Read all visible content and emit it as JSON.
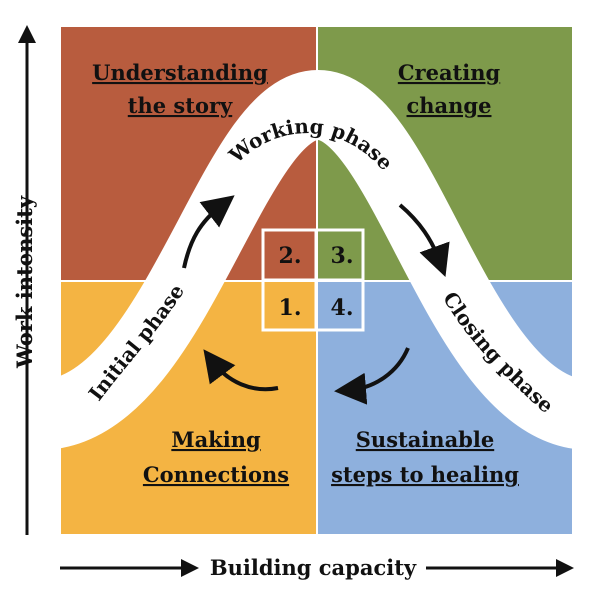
{
  "colors": {
    "top_left": "#b85c3e",
    "top_right": "#7e9a4b",
    "bottom_left": "#f4b443",
    "bottom_right": "#8eb0dd",
    "band": "#ffffff",
    "text": "#111111"
  },
  "quadrants": {
    "top_left": {
      "line1": "Understanding",
      "line2": "the story"
    },
    "top_right": {
      "line1": "Creating",
      "line2": "change"
    },
    "bottom_left": {
      "line1": "Making",
      "line2": "Connections"
    },
    "bottom_right": {
      "line1": "Sustainable",
      "line2": "steps to healing"
    }
  },
  "phases": {
    "initial": "Initial phase",
    "working": "Working phase",
    "closing": "Closing phase"
  },
  "numbers": {
    "n1": "1.",
    "n2": "2.",
    "n3": "3.",
    "n4": "4."
  },
  "axes": {
    "y_label": "Work intensity",
    "x_label": "Building capacity"
  }
}
